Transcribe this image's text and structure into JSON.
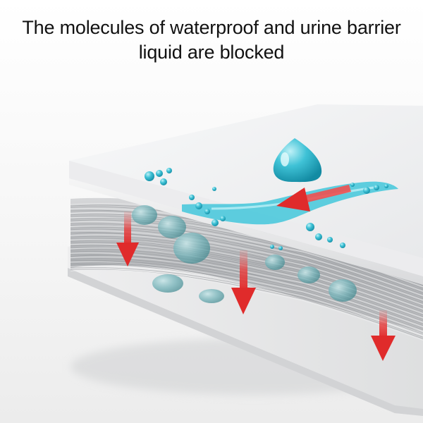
{
  "caption": {
    "line1": "The molecules of waterproof and urine barrier",
    "line2": "liquid are blocked"
  },
  "illustration": {
    "subject": "layered-waterproof-fabric",
    "colors": {
      "water": "#3fc2d6",
      "water_dark": "#1a9bb3",
      "arrow": "#e83a3a",
      "top_sheet": "#f2f3f4",
      "fiber_core": "#b9bbbd"
    }
  }
}
